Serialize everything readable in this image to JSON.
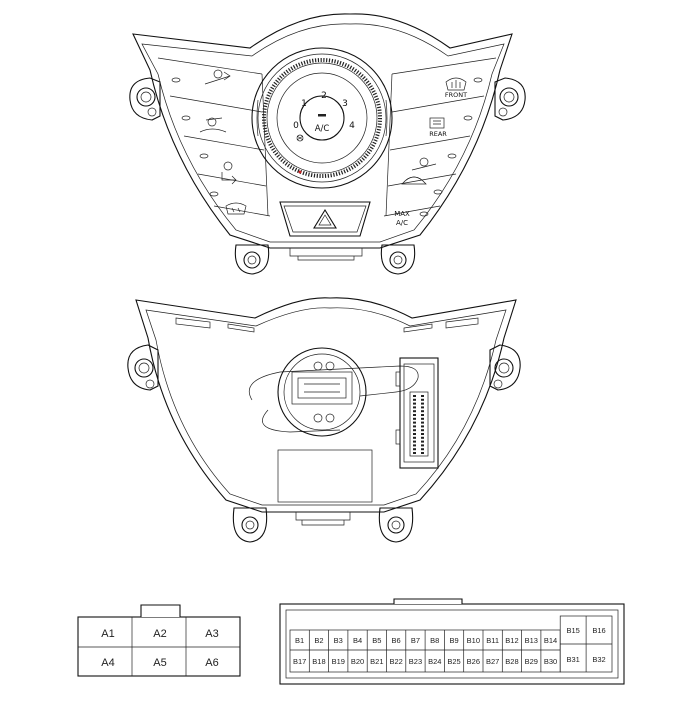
{
  "front_panel": {
    "dial_numbers": [
      "0",
      "1",
      "2",
      "3",
      "4"
    ],
    "dial_center_label": "A/C",
    "right_button_labels": {
      "front": "FRONT",
      "rear": "REAR",
      "max": "MAX",
      "max_ac": "A/C"
    }
  },
  "connectors": {
    "a": {
      "row1": [
        "A1",
        "A2",
        "A3"
      ],
      "row2": [
        "A4",
        "A5",
        "A6"
      ]
    },
    "b": {
      "row1": [
        "B1",
        "B2",
        "B3",
        "B4",
        "B5",
        "B6",
        "B7",
        "B8",
        "B9",
        "B10",
        "B11",
        "B12",
        "B13",
        "B14"
      ],
      "row1_tall": [
        "B15",
        "B16"
      ],
      "row2": [
        "B17",
        "B18",
        "B19",
        "B20",
        "B21",
        "B22",
        "B23",
        "B24",
        "B25",
        "B26",
        "B27",
        "B28",
        "B29",
        "B30"
      ],
      "row2_tall": [
        "B31",
        "B32"
      ]
    }
  },
  "colors": {
    "line": "#111111",
    "background": "#ffffff",
    "accent_red": "#cc2222"
  },
  "icons": [
    "defrost-front-icon",
    "defrost-rear-icon",
    "recirculation-icon",
    "vent-face-icon",
    "vent-bilevel-icon",
    "vent-floor-icon",
    "vent-defrost-floor-icon",
    "hazard-triangle-icon",
    "fan-icon"
  ]
}
